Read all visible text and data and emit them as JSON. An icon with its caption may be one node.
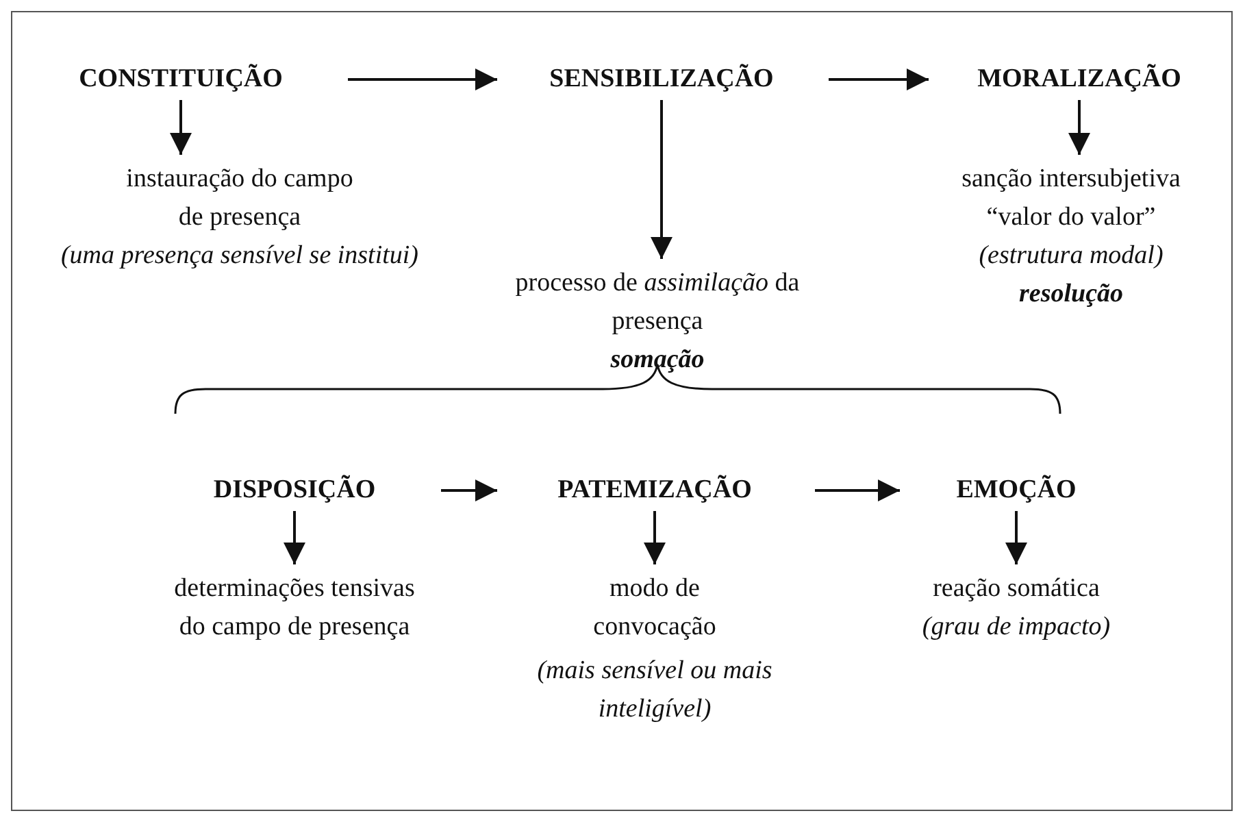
{
  "diagram": {
    "nodes": [
      {
        "text": [
          "CONSTITUIÇÃO"
        ]
      },
      {
        "text": [
          "SENSIBILIZAÇÃO"
        ]
      },
      {
        "text": [
          "MORALIZAÇÃO"
        ]
      },
      {
        "text": [
          "instauração do campo de presença",
          "(uma presença sensível se institui)"
        ]
      },
      {
        "text": [
          "processo de *assimilação* da presença",
          "somação"
        ]
      },
      {
        "text": [
          "sanção intersubjetiva “valor do valor”",
          "(estrutura modal)",
          "resolução"
        ]
      },
      {
        "text": [
          "DISPOSIÇÃO"
        ]
      },
      {
        "text": [
          "PATEMIZAÇÃO"
        ]
      },
      {
        "text": [
          "EMOÇÃO"
        ]
      },
      {
        "text": [
          "determinações tensivas do campo de presença"
        ]
      },
      {
        "text": [
          "modo de convocação",
          "(mais sensível ou mais inteligível)"
        ]
      },
      {
        "text": [
          "reação somática",
          "(grau de impacto)"
        ]
      }
    ],
    "edges": [
      {
        "from": 0,
        "to": 1,
        "arrow": "to"
      },
      {
        "from": 1,
        "to": 2,
        "arrow": "to"
      },
      {
        "from": 0,
        "to": 3,
        "arrow": "to"
      },
      {
        "from": 1,
        "to": 4,
        "arrow": "to"
      },
      {
        "from": 2,
        "to": 5,
        "arrow": "to"
      },
      {
        "from": 6,
        "to": 7,
        "arrow": "to"
      },
      {
        "from": 7,
        "to": 8,
        "arrow": "to"
      },
      {
        "from": 6,
        "to": 9,
        "arrow": "to"
      },
      {
        "from": 7,
        "to": 10,
        "arrow": "to"
      },
      {
        "from": 8,
        "to": 11,
        "arrow": "to"
      }
    ]
  }
}
